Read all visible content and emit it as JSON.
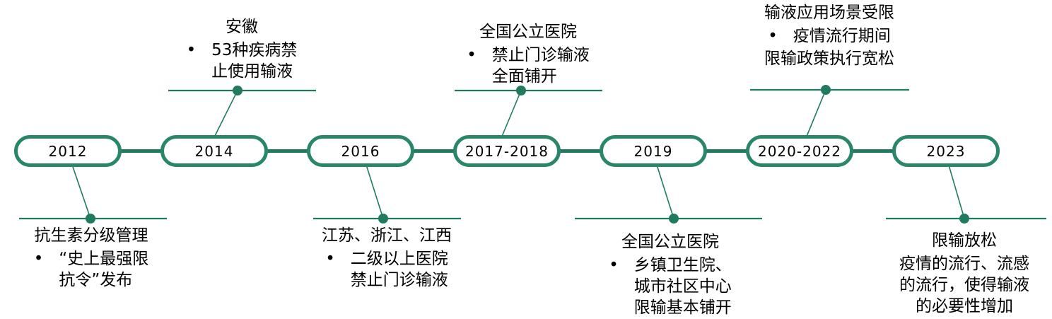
{
  "palette": {
    "line": "#1f7a60",
    "pill-border": "#2a8668",
    "pill-bg": "#ffffff",
    "text": "#000000",
    "canvas-bg": "#ffffff"
  },
  "timeline": {
    "nodes": [
      {
        "year": "2012"
      },
      {
        "year": "2014"
      },
      {
        "year": "2016"
      },
      {
        "year": "2017-2018"
      },
      {
        "year": "2019"
      },
      {
        "year": "2020-2022"
      },
      {
        "year": "2023"
      }
    ]
  },
  "annotations": {
    "top": [
      {
        "anchor_year": "2014",
        "title": "安徽",
        "bullet": "•",
        "text": "53种疾病禁\n止使用输液"
      },
      {
        "anchor_year": "2017-2018",
        "title": "全国公立医院",
        "bullet": "•",
        "text": "禁止门诊输液\n全面铺开"
      },
      {
        "anchor_year": "2020-2022",
        "title": "输液应用场景受限",
        "bullet": "•",
        "text": "疫情流行期间",
        "extra": "限输政策执行宽松"
      }
    ],
    "bottom": [
      {
        "anchor_year": "2012",
        "title": "抗生素分级管理",
        "bullet": "•",
        "text": "“史上最强限\n抗令”发布"
      },
      {
        "anchor_year": "2016",
        "title": "江苏、浙江、江西",
        "bullet": "•",
        "text": "二级以上医院\n禁止门诊输液"
      },
      {
        "anchor_year": "2019",
        "title": "全国公立医院",
        "bullet": "•",
        "text": "乡镇卫生院、\n城市社区中心\n限输基本铺开"
      },
      {
        "anchor_year": "2023",
        "title": "限输放松",
        "extra": "疫情的流行、流感\n的流行，使得输液\n的必要性增加"
      }
    ]
  }
}
